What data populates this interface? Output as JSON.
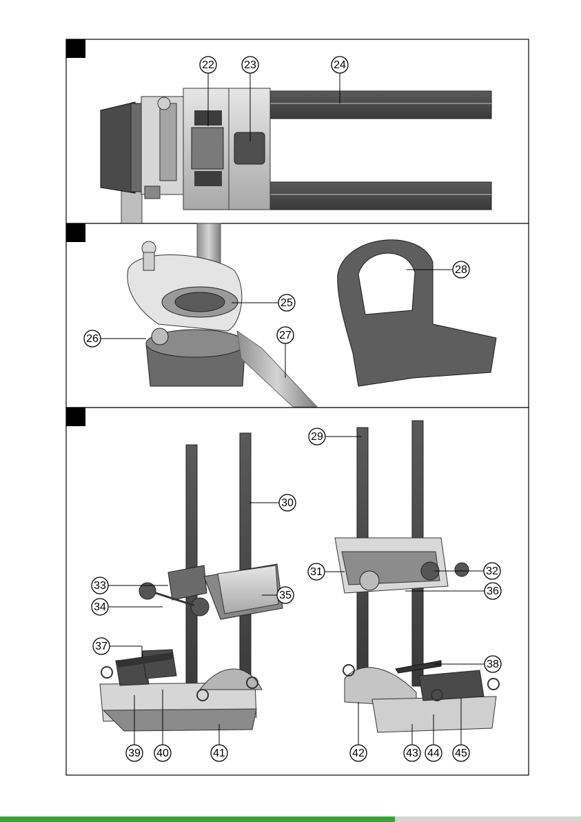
{
  "figure": {
    "panels": [
      {
        "id": "1",
        "callouts": [
          "22",
          "23",
          "24"
        ]
      },
      {
        "id": "2",
        "callouts": [
          "25",
          "26",
          "27",
          "28"
        ]
      },
      {
        "id": "3",
        "callouts": [
          "29",
          "30",
          "31",
          "32",
          "33",
          "34",
          "35",
          "36",
          "37",
          "38",
          "39",
          "40",
          "41",
          "42",
          "43",
          "44",
          "45"
        ]
      }
    ]
  },
  "bottom_bar": {
    "progress": 0.68,
    "fill_color": "#2ea82e",
    "track_color": "#d3d3d3"
  }
}
